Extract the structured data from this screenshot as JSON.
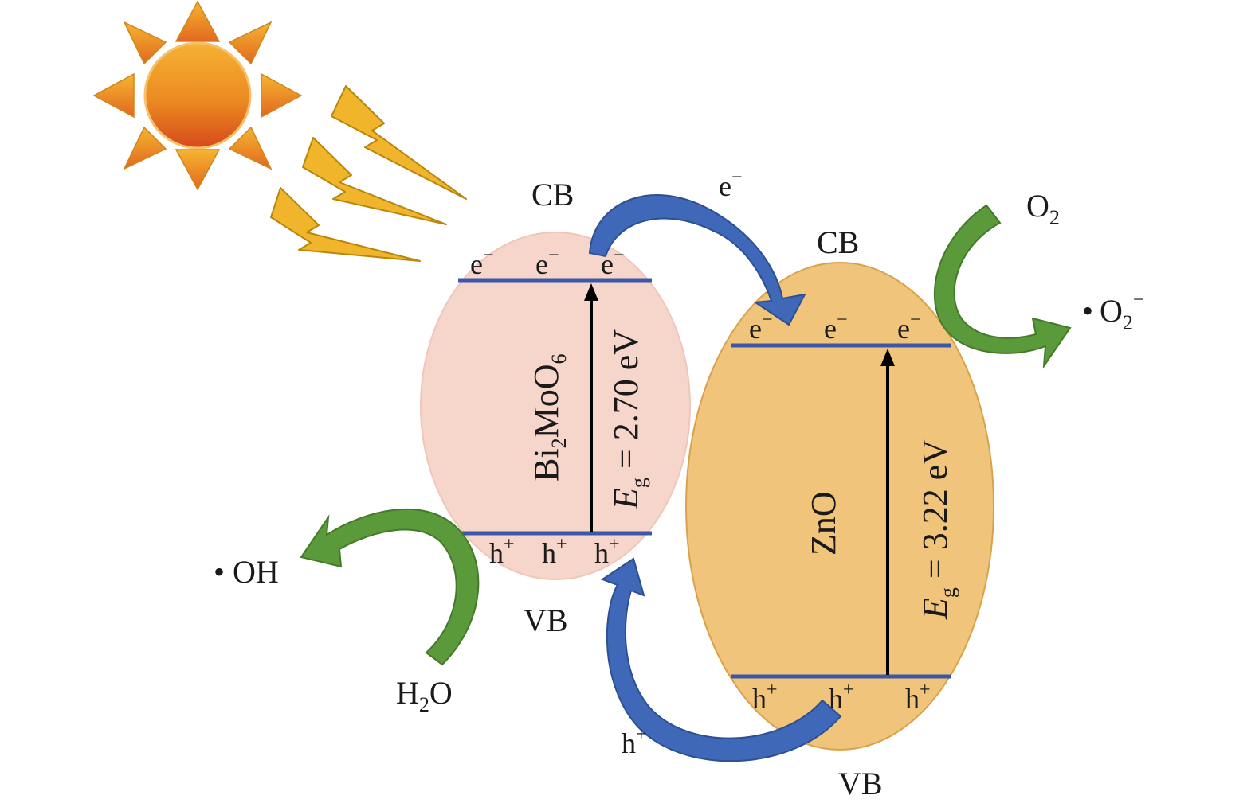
{
  "colors": {
    "bi2moo6_fill": "#f6d6cb",
    "zno_fill": "#f0c47a",
    "zno_stroke": "#d9a24a",
    "band_line": "#3b58a8",
    "electron_arrow": "#3f68b8",
    "redox_arrow": "#5a9a3a",
    "sun_body": "#e8761e",
    "sun_ray": "#f2a72a",
    "lightning": "#f0b52a"
  },
  "icons": [
    "sun-icon",
    "light-ray-icon"
  ],
  "left_semiconductor": {
    "material": {
      "main1": "Bi",
      "sub1": "2",
      "main2": "MoO",
      "sub2": "6"
    },
    "cb_label": "CB",
    "vb_label": "VB",
    "electrons": [
      {
        "main": "e",
        "sup": "−"
      },
      {
        "main": "e",
        "sup": "−"
      },
      {
        "main": "e",
        "sup": "−"
      }
    ],
    "holes": [
      {
        "main": "h",
        "sup": "+"
      },
      {
        "main": "h",
        "sup": "+"
      },
      {
        "main": "h",
        "sup": "+"
      }
    ],
    "bandgap": {
      "symbol": "E",
      "sub": "g",
      "text": " = 2.70 eV"
    }
  },
  "right_semiconductor": {
    "material": "ZnO",
    "cb_label": "CB",
    "vb_label": "VB",
    "electrons": [
      {
        "main": "e",
        "sup": "−"
      },
      {
        "main": "e",
        "sup": "−"
      },
      {
        "main": "e",
        "sup": "−"
      }
    ],
    "holes": [
      {
        "main": "h",
        "sup": "+"
      },
      {
        "main": "h",
        "sup": "+"
      },
      {
        "main": "h",
        "sup": "+"
      }
    ],
    "bandgap": {
      "symbol": "E",
      "sub": "g",
      "text": " = 3.22 eV"
    }
  },
  "transfers": {
    "electron": {
      "main": "e",
      "sup": "−"
    },
    "hole": {
      "main": "h",
      "sup": "+"
    }
  },
  "species": {
    "o2": {
      "main": "O",
      "sub": "2"
    },
    "superoxide": {
      "dot": "•",
      "main": "O",
      "sub": "2",
      "sup": "−"
    },
    "h2o": {
      "main1": "H",
      "sub": "2",
      "main2": "O"
    },
    "hydroxyl": {
      "dot": "•",
      "main": "OH"
    }
  }
}
